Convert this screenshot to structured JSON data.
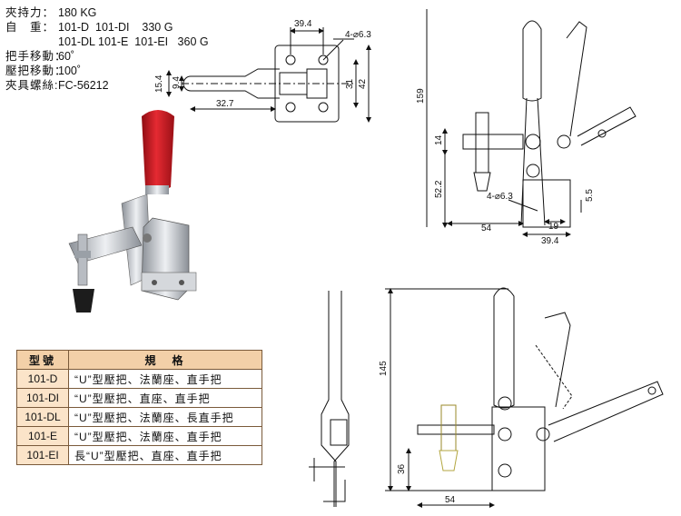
{
  "specs": {
    "rows": [
      {
        "key": "夾持力：",
        "value": "180 KG"
      },
      {
        "key": "自　重：",
        "value": "101-D  101-DI    330 G"
      },
      {
        "key": "",
        "value": "101-DL 101-E  101-EI   360 G"
      },
      {
        "key": "把手移動：",
        "value": "60˚"
      },
      {
        "key": "壓把移動：",
        "value": "100˚"
      },
      {
        "key": "夾具螺絲:",
        "value": "FC-56212"
      }
    ]
  },
  "top_view": {
    "dims": [
      "39.4",
      "4-⌀6.3",
      "15.4",
      "9.4",
      "31",
      "42",
      "32.7"
    ]
  },
  "side_view": {
    "dims": [
      "159",
      "14",
      "52.2",
      "4-⌀6.3",
      "5.5",
      "54",
      "19",
      "39.4"
    ]
  },
  "bottom_view": {
    "dims": [
      "145",
      "36",
      "54"
    ]
  },
  "model_table": {
    "headers": [
      "型號",
      "規　格"
    ],
    "rows": [
      {
        "model": "101-D",
        "spec": "“U”型壓把、法蘭座、直手把"
      },
      {
        "model": "101-DI",
        "spec": "“U”型壓把、直座、直手把"
      },
      {
        "model": "101-DL",
        "spec": "“U”型壓把、法蘭座、長直手把"
      },
      {
        "model": "101-E",
        "spec": "“U”型壓把、法蘭座、直手把"
      },
      {
        "model": "101-EI",
        "spec": "長“U”型壓把、直座、直手把"
      }
    ]
  },
  "colors": {
    "handle": "#d8202a",
    "metal": "#c8ccd2",
    "table_header": "#f3d0a8",
    "table_model": "#fbe4c9"
  }
}
